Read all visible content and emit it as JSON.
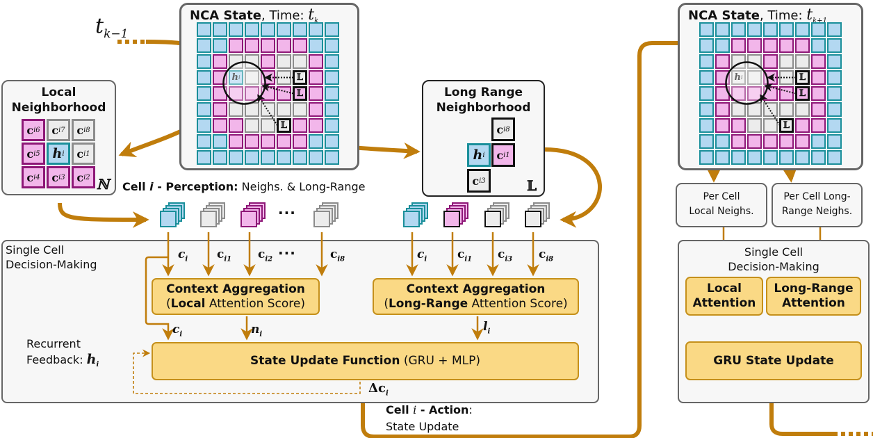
{
  "colors": {
    "blue_fill": "#b3d8f1",
    "blue_border": "#1a8f9a",
    "pink_fill": "#f2b6ea",
    "pink_border": "#8e1777",
    "grey_fill": "#ececec",
    "grey_border": "#8c8c8c",
    "arrow": "#c07d0c",
    "panel_border": "#666666",
    "orange_fill": "#fad985",
    "orange_border": "#c5901b"
  },
  "timeline": {
    "prev_label_base": "t",
    "prev_label_sub": "k−1"
  },
  "nca_tk": {
    "title_bold": "NCA State",
    "title_rest": ", Time: ",
    "time_base": "t",
    "time_sub": "k",
    "grid": [
      "BBBBBBBBB",
      "BBPPPPPBB",
      "BPGGPGGPB",
      "BPHGPGLPB",
      "BPPPPPLPB",
      "BPGGGGGPB",
      "BPPGGLPPB",
      "BBPPPPPBB",
      "BBBBBBBBB"
    ],
    "focus_label_base": "h",
    "focus_label_sub": "i",
    "long_range_marker": "𝕃"
  },
  "nca_tk1": {
    "title_bold": "NCA State",
    "title_rest": ", Time: ",
    "time_base": "t",
    "time_sub": "k+1",
    "grid": [
      "BBBBBBBBB",
      "BBPPPPPBB",
      "BPGGPGGPB",
      "BPHGPGLPB",
      "BPPPPPLPB",
      "BPGGGGGPB",
      "BPPGGLPPB",
      "BBPPPPPBB",
      "BBBBBBBBB"
    ],
    "focus_label_base": "h",
    "focus_label_sub": "i",
    "long_range_marker": "𝕃"
  },
  "local_neighborhood": {
    "title_line1": "Local",
    "title_line2": "Neighborhood",
    "marker": "ℕ",
    "cells": [
      {
        "base": "c",
        "sub": "i6",
        "color": "P"
      },
      {
        "base": "c",
        "sub": "i7",
        "color": "G"
      },
      {
        "base": "c",
        "sub": "i8",
        "color": "G"
      },
      {
        "base": "c",
        "sub": "i5",
        "color": "P"
      },
      {
        "base": "h",
        "sub": "i",
        "color": "B"
      },
      {
        "base": "c",
        "sub": "i1",
        "color": "G"
      },
      {
        "base": "c",
        "sub": "i4",
        "color": "P"
      },
      {
        "base": "c",
        "sub": "i3",
        "color": "P"
      },
      {
        "base": "c",
        "sub": "i2",
        "color": "P"
      }
    ]
  },
  "long_range_neighborhood": {
    "title_line1": "Long Range",
    "title_line2": "Neighborhood",
    "marker": "𝕃",
    "cells": [
      {
        "base": "c",
        "sub": "i8",
        "color": "G"
      },
      {
        "base": "h",
        "sub": "i",
        "color": "B"
      },
      {
        "base": "c",
        "sub": "i1",
        "color": "P"
      },
      {
        "base": "c",
        "sub": "i3",
        "color": "G"
      }
    ]
  },
  "perception": {
    "label_bold": "Cell ",
    "label_italic": "i",
    "label_bold2": " - Perception:",
    "label_rest": " Neighs. & Long-Range",
    "local_stacks": [
      "B",
      "G",
      "P",
      "...",
      "G"
    ],
    "long_stacks": [
      "B",
      "P",
      "G",
      "G"
    ],
    "ellipsis": "···"
  },
  "decision_panel": {
    "label_line1": "Single Cell",
    "label_line2": "Decision-Making",
    "local_inputs": [
      {
        "base": "c",
        "sub": "i",
        "style": "italic"
      },
      {
        "base": "c",
        "sub": "i1",
        "style": "upright"
      },
      {
        "base": "c",
        "sub": "i2",
        "style": "upright"
      },
      {
        "base": "c",
        "sub": "i8",
        "style": "upright"
      }
    ],
    "long_inputs": [
      {
        "base": "c",
        "sub": "i",
        "style": "italic"
      },
      {
        "base": "c",
        "sub": "i1",
        "style": "upright"
      },
      {
        "base": "c",
        "sub": "i3",
        "style": "upright"
      },
      {
        "base": "c",
        "sub": "i8",
        "style": "upright"
      }
    ],
    "local_agg": {
      "title": "Context Aggregation",
      "sub_open": "(",
      "sub_bold": "Local",
      "sub_rest": " Attention Score)"
    },
    "long_agg": {
      "title": "Context Aggregation",
      "sub_open": "(",
      "sub_bold": "Long-Range",
      "sub_rest": " Attention Score)"
    },
    "state_update": {
      "bold": "State Update Function",
      "rest": " (GRU + MLP)"
    },
    "ci_label": {
      "base": "c",
      "sub": "i"
    },
    "ni_label": {
      "base": "n",
      "sub": "i"
    },
    "li_label": {
      "base": "l",
      "sub": "i"
    },
    "recurrent_line1": "Recurrent",
    "recurrent_line2": "Feedback: ",
    "recurrent_var_base": "h",
    "recurrent_var_sub": "i",
    "delta_label": "Δc",
    "delta_sub": "i"
  },
  "action": {
    "bold1": "Cell ",
    "italic": "i",
    "bold2": "  - Action",
    "colon": ":",
    "line2": "State Update"
  },
  "right_panel": {
    "per_local_line1": "Per Cell",
    "per_local_line2": "Local Neighs.",
    "per_long_line1": "Per Cell Long-",
    "per_long_line2": "Range Neighs.",
    "decision_line1": "Single Cell",
    "decision_line2": "Decision-Making",
    "local_attention_line1": "Local",
    "local_attention_line2": "Attention",
    "long_attention_line1": "Long-Range",
    "long_attention_line2": "Attention",
    "gru": "GRU State Update"
  }
}
